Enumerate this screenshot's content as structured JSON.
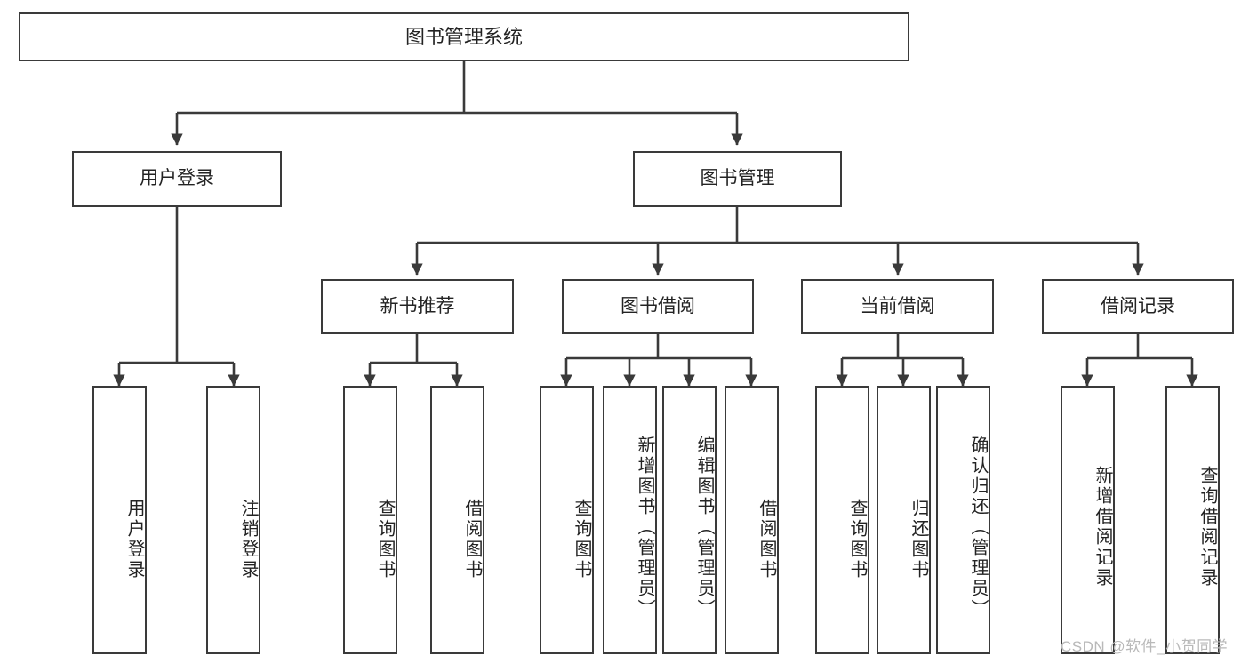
{
  "diagram": {
    "type": "tree-hierarchy-chart",
    "title": "图书管理系统",
    "levels": 3,
    "root": {
      "id": "root",
      "label": "图书管理系统"
    },
    "level1": [
      {
        "id": "user-login",
        "label": "用户登录"
      },
      {
        "id": "book-management",
        "label": "图书管理"
      }
    ],
    "level2": [
      {
        "id": "new-book-recommend",
        "label": "新书推荐",
        "parent": "book-management"
      },
      {
        "id": "book-borrow",
        "label": "图书借阅",
        "parent": "book-management"
      },
      {
        "id": "current-borrow",
        "label": "当前借阅",
        "parent": "book-management"
      },
      {
        "id": "borrow-record",
        "label": "借阅记录",
        "parent": "book-management"
      }
    ],
    "leaves": [
      {
        "id": "leaf-user-login",
        "label": "用户登录",
        "parent": "user-login"
      },
      {
        "id": "leaf-logout-login",
        "label": "注销登录",
        "parent": "user-login"
      },
      {
        "id": "leaf-query-book-1",
        "label": "查询图书",
        "parent": "new-book-recommend"
      },
      {
        "id": "leaf-borrow-book-1",
        "label": "借阅图书",
        "parent": "new-book-recommend"
      },
      {
        "id": "leaf-query-book-2",
        "label": "查询图书",
        "parent": "book-borrow"
      },
      {
        "id": "leaf-add-book",
        "label": "新增图书（管理员）",
        "parent": "book-borrow"
      },
      {
        "id": "leaf-edit-book",
        "label": "编辑图书（管理员）",
        "parent": "book-borrow"
      },
      {
        "id": "leaf-borrow-book-2",
        "label": "借阅图书",
        "parent": "book-borrow"
      },
      {
        "id": "leaf-query-book-3",
        "label": "查询图书",
        "parent": "current-borrow"
      },
      {
        "id": "leaf-return-book",
        "label": "归还图书",
        "parent": "current-borrow"
      },
      {
        "id": "leaf-confirm-return",
        "label": "确认归还（管理员）",
        "parent": "current-borrow"
      },
      {
        "id": "leaf-add-record",
        "label": "新增借阅记录",
        "parent": "borrow-record"
      },
      {
        "id": "leaf-query-record",
        "label": "查询借阅记录",
        "parent": "borrow-record"
      }
    ],
    "colors": {
      "stroke": "#3a3a3a",
      "fill": "#ffffff",
      "text": "#232323",
      "watermark": "#b9b9b9"
    }
  },
  "watermark": {
    "text": "CSDN @软件_小贺同学"
  }
}
